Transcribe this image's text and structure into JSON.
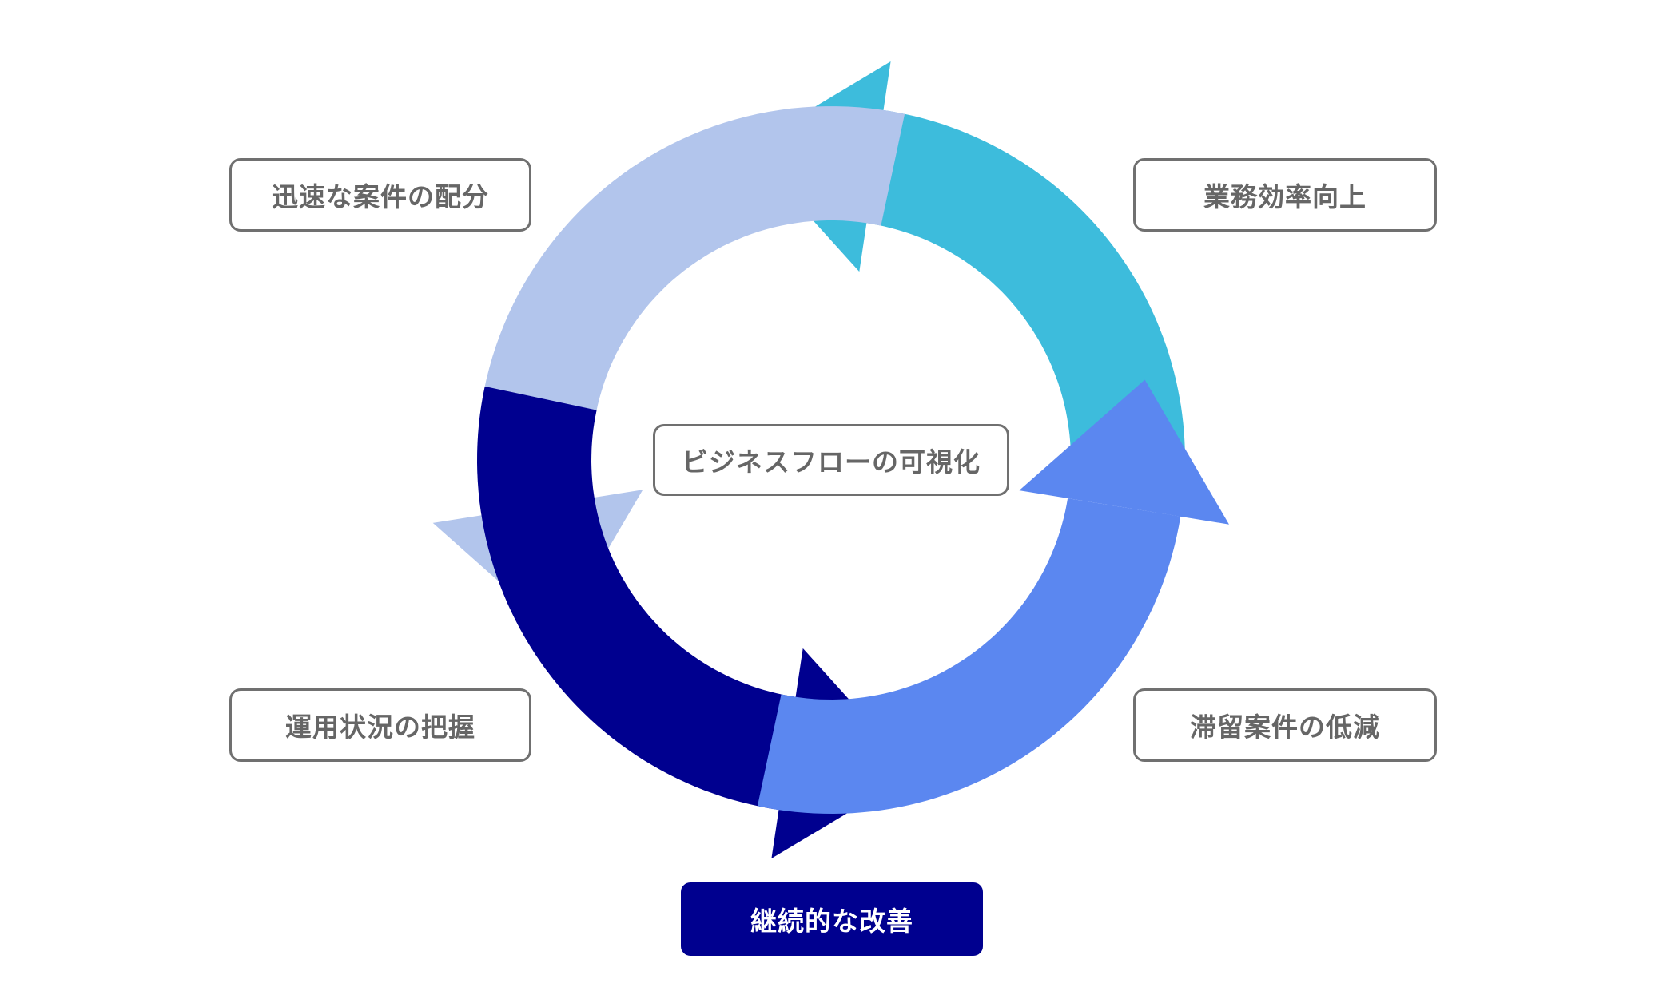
{
  "diagram": {
    "type": "cycle",
    "center_label": "ビジネスフローの可視化",
    "highlight_label": "継続的な改善",
    "labels": {
      "top_left": "迅速な案件の配分",
      "top_right": "業務効率向上",
      "bottom_left": "運用状況の把握",
      "bottom_right": "滞留案件の低減"
    },
    "segments": [
      {
        "name": "cyan-arrow",
        "color": "#3DBCDC",
        "direction": "right-to-top"
      },
      {
        "name": "lavender-arrow",
        "color": "#B2C5EC",
        "direction": "top-to-left"
      },
      {
        "name": "navy-arrow",
        "color": "#00008F",
        "direction": "left-to-bottom"
      },
      {
        "name": "blue-arrow",
        "color": "#5B87F0",
        "direction": "bottom-to-right"
      }
    ],
    "colors": {
      "label_text": "#666666",
      "label_border": "#707070",
      "highlight_bg": "#00008F",
      "highlight_text": "#ffffff"
    }
  }
}
